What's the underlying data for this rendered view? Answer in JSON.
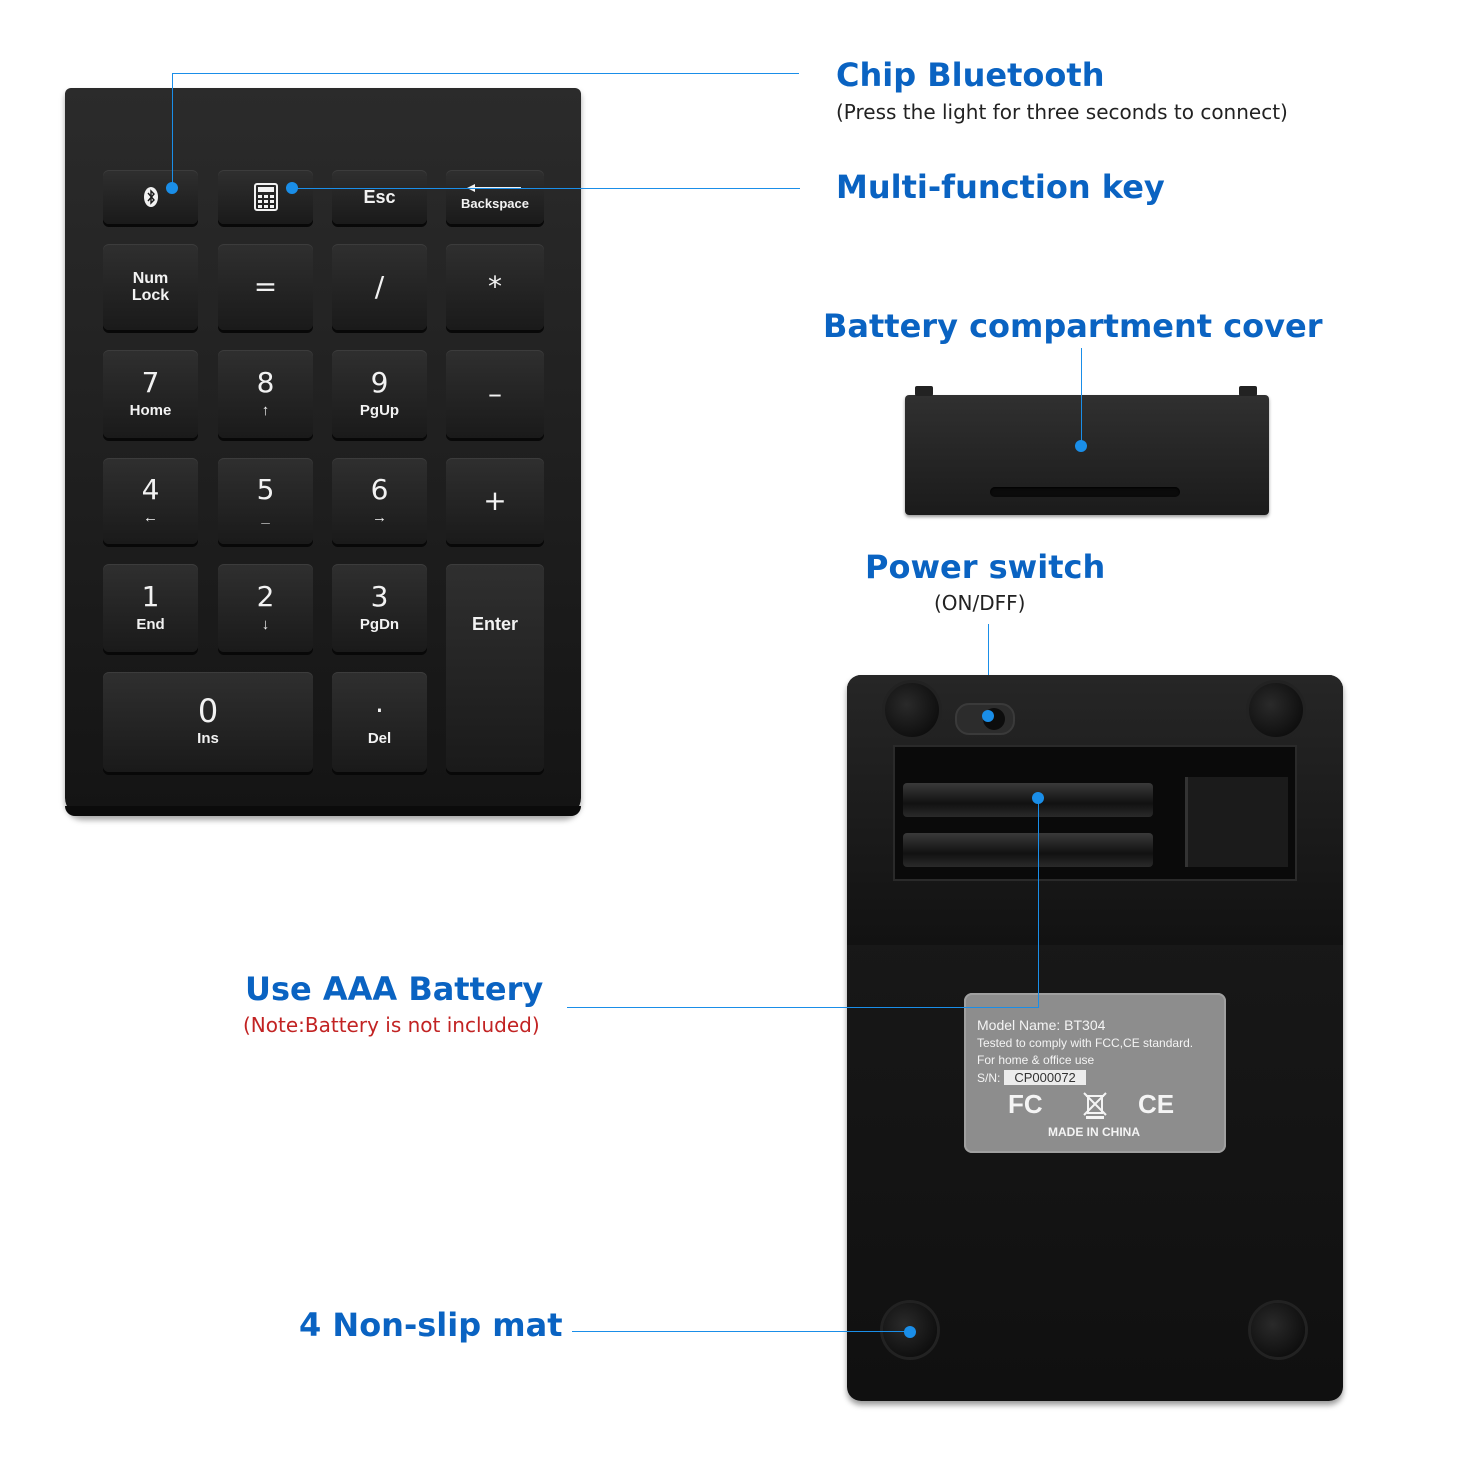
{
  "keypad": {
    "keys": {
      "bluetooth": "",
      "calculator": "",
      "esc": "Esc",
      "backspace": "Backspace",
      "numlock_line1": "Num",
      "numlock_line2": "Lock",
      "equals": "=",
      "slash": "/",
      "asterisk": "*",
      "seven": "7",
      "seven_sub": "Home",
      "eight": "8",
      "eight_sub": "↑",
      "nine": "9",
      "nine_sub": "PgUp",
      "minus": "–",
      "four": "4",
      "four_sub": "←",
      "five": "5",
      "five_sub": "_",
      "six": "6",
      "six_sub": "→",
      "plus": "+",
      "one": "1",
      "one_sub": "End",
      "two": "2",
      "two_sub": "↓",
      "three": "3",
      "three_sub": "PgDn",
      "enter": "Enter",
      "zero": "0",
      "zero_sub": "Ins",
      "dot": "·",
      "dot_sub": "Del"
    }
  },
  "callouts": {
    "chip_bluetooth": {
      "title": "Chip Bluetooth",
      "note": "(Press the light for three seconds to connect)"
    },
    "multifunction": {
      "title": "Multi-function key"
    },
    "battery_cover": {
      "title": "Battery compartment cover"
    },
    "power_switch": {
      "title": "Power switch",
      "note": "(ON/DFF)"
    },
    "aaa_battery": {
      "title": "Use AAA Battery",
      "note": "(Note:Battery is not included)"
    },
    "nonslip": {
      "title": "4 Non-slip mat"
    }
  },
  "back_label": {
    "model_label": "Model Name",
    "model_value": "BT304",
    "line2": "Tested to comply with FCC,CE standard.",
    "line3": "For home & office use",
    "sn_label": "S/N:",
    "sn_value": "CP000072",
    "fcc": "FC",
    "ce": "CE",
    "made_in": "MADE IN CHINA"
  },
  "colors": {
    "accent": "#0a63c2",
    "callout_line": "#1a8ee8",
    "note_red": "#c22323"
  }
}
